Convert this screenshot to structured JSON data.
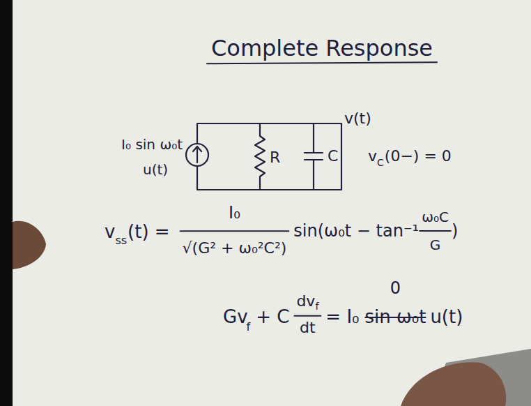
{
  "diagram": {
    "title": "Complete Response",
    "labels": [
      "v(t)",
      "I₀ sin ω₀t",
      "u(t)",
      "R",
      "C",
      "v",
      "C",
      "(0−) = 0",
      "v",
      "ss",
      "(t) =",
      "I₀",
      "√(G² + ω₀²C²)",
      "sin(ω₀t − tan⁻¹",
      "ω₀C",
      "G",
      ")",
      "Gv",
      "f",
      "+ C",
      "dv",
      "f",
      "dt",
      "= I₀",
      "sin ω₀t",
      "u(t)",
      "0"
    ]
  }
}
